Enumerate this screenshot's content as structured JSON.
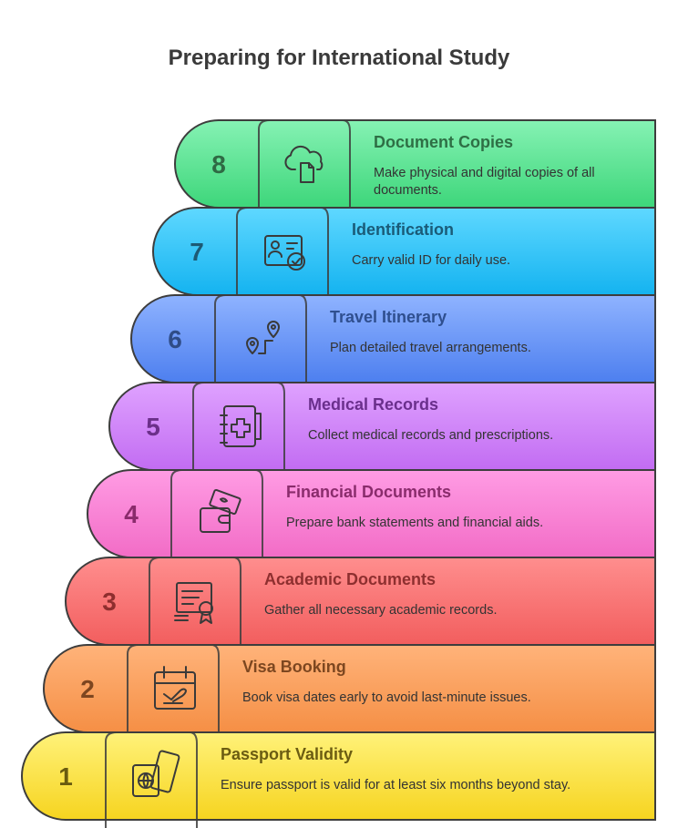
{
  "title": "Preparing for International Study",
  "steps": [
    {
      "number": "8",
      "title": "Document Copies",
      "description": "Make physical and digital copies of all documents.",
      "icon": "cloud-document-icon",
      "color_top": "#86f2b4",
      "color_bottom": "#3dd67a",
      "title_color": "#2e6f45",
      "number_color": "#2f6a44"
    },
    {
      "number": "7",
      "title": "Identification",
      "description": "Carry valid ID for daily use.",
      "icon": "id-card-icon",
      "color_top": "#5fd8ff",
      "color_bottom": "#14b3f0",
      "title_color": "#1a5b78",
      "number_color": "#1d5a74"
    },
    {
      "number": "6",
      "title": "Travel Itinerary",
      "description": "Plan detailed travel arrangements.",
      "icon": "route-pins-icon",
      "color_top": "#8fb3ff",
      "color_bottom": "#4d7fef",
      "title_color": "#2f4f8f",
      "number_color": "#2f4c86"
    },
    {
      "number": "5",
      "title": "Medical Records",
      "description": "Collect medical records and prescriptions.",
      "icon": "medical-notebook-icon",
      "color_top": "#dfa2ff",
      "color_bottom": "#c26cf2",
      "title_color": "#6a2f8c",
      "number_color": "#6b2f8a"
    },
    {
      "number": "4",
      "title": "Financial Documents",
      "description": "Prepare bank statements and financial aids.",
      "icon": "wallet-cash-icon",
      "color_top": "#ff9ce4",
      "color_bottom": "#f26cc6",
      "title_color": "#8a2c6c",
      "number_color": "#8a2b6c"
    },
    {
      "number": "3",
      "title": "Academic Documents",
      "description": "Gather all necessary academic records.",
      "icon": "certificate-icon",
      "color_top": "#ff8e8e",
      "color_bottom": "#f25e5e",
      "title_color": "#8e2f2f",
      "number_color": "#8e2e2e"
    },
    {
      "number": "2",
      "title": "Visa Booking",
      "description": "Book visa dates early to avoid last-minute issues.",
      "icon": "calendar-flight-icon",
      "color_top": "#ffb37a",
      "color_bottom": "#f58f45",
      "title_color": "#7d4720",
      "number_color": "#7d4620"
    },
    {
      "number": "1",
      "title": "Passport Validity",
      "description": "Ensure passport is valid for at least six months beyond stay.",
      "icon": "passport-ticket-icon",
      "color_top": "#fff27a",
      "color_bottom": "#f6d41f",
      "title_color": "#6b5c12",
      "number_color": "#6a5b10"
    }
  ]
}
